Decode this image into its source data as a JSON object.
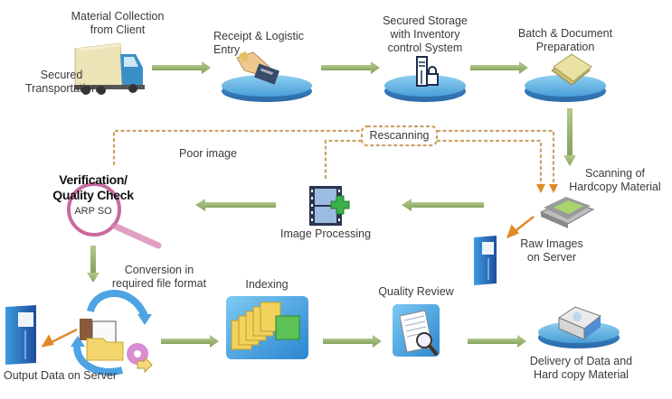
{
  "diagram": {
    "type": "process-flow",
    "colors": {
      "flow_arrow": "#9bb36e",
      "rescan_dash": "#c9a468",
      "rescan_arrowhead": "#e08a2a",
      "platter": "#5aaee0",
      "magnifier": "#c0508f"
    },
    "steps": {
      "collection": {
        "label": "Material Collection\nfrom Client",
        "icon": "truck-icon"
      },
      "transport": {
        "label": "Secured\nTransportation"
      },
      "receipt": {
        "label": "Receipt & Logistic\nEntry",
        "icon": "hand-card-icon"
      },
      "storage": {
        "label": "Secured Storage\nwith Inventory\ncontrol System",
        "icon": "server-lock-icon"
      },
      "batch": {
        "label": "Batch  & Document\nPreparation",
        "icon": "document-stack-icon"
      },
      "scanning": {
        "label": "Scanning of\nHardcopy Material",
        "icon": "scanner-icon"
      },
      "raw_images": {
        "label": "Raw Images\non Server",
        "icon": "server-icon"
      },
      "image_processing": {
        "label": "Image Processing",
        "icon": "film-plus-icon"
      },
      "verification": {
        "title": "Verification/\nQuality Check",
        "subtitle": "ARP SO",
        "icon": "magnifier-icon"
      },
      "conversion": {
        "label": "Conversion in\nrequired file format",
        "icon": "convert-icon"
      },
      "output": {
        "label": "Output Data on Server",
        "icon": "server-icon"
      },
      "indexing": {
        "label": "Indexing",
        "icon": "folders-icon"
      },
      "quality_review": {
        "label": "Quality Review",
        "icon": "document-magnifier-icon"
      },
      "delivery": {
        "label": "Delivery of Data and\nHard copy  Material",
        "icon": "drive-icon"
      }
    },
    "feedback": {
      "rescanning": "Rescanning",
      "poor_image": "Poor image"
    }
  }
}
